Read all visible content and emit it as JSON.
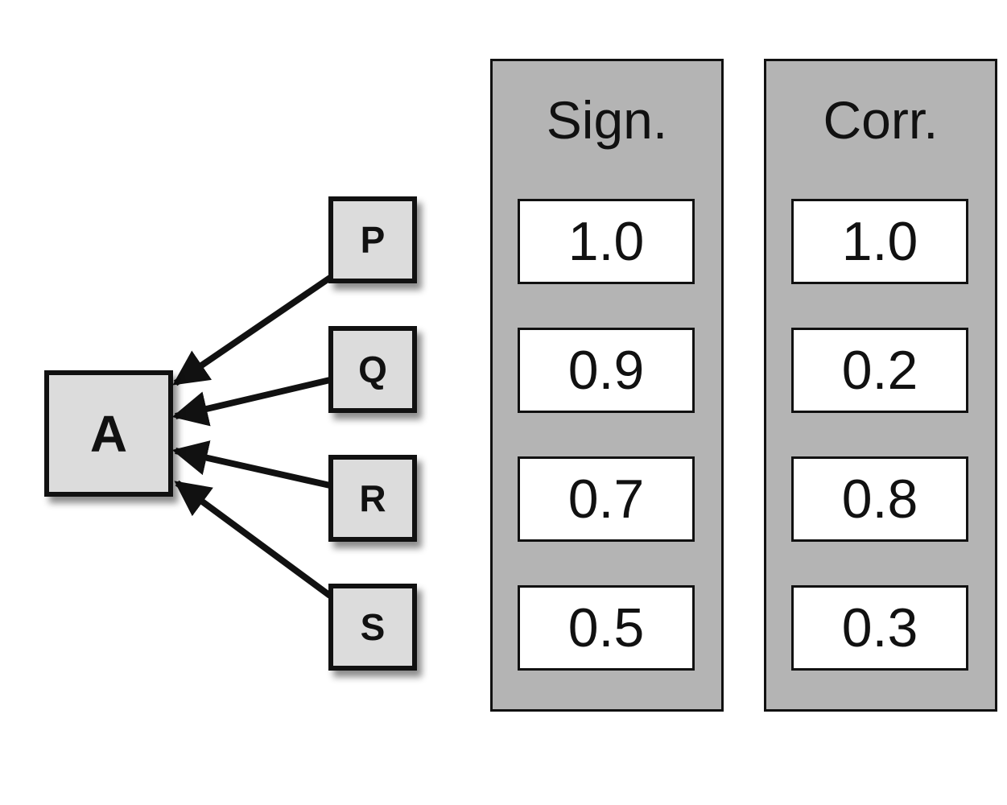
{
  "colors": {
    "node_fill": "#dcdcdc",
    "panel_fill": "#b4b4b4",
    "cell_fill": "#ffffff",
    "stroke": "#111111"
  },
  "target": {
    "label": "A"
  },
  "sources": [
    {
      "label": "P"
    },
    {
      "label": "Q"
    },
    {
      "label": "R"
    },
    {
      "label": "S"
    }
  ],
  "columns": [
    {
      "title": "Sign.",
      "values": [
        "1.0",
        "0.9",
        "0.7",
        "0.5"
      ]
    },
    {
      "title": "Corr.",
      "values": [
        "1.0",
        "0.2",
        "0.8",
        "0.3"
      ]
    }
  ]
}
